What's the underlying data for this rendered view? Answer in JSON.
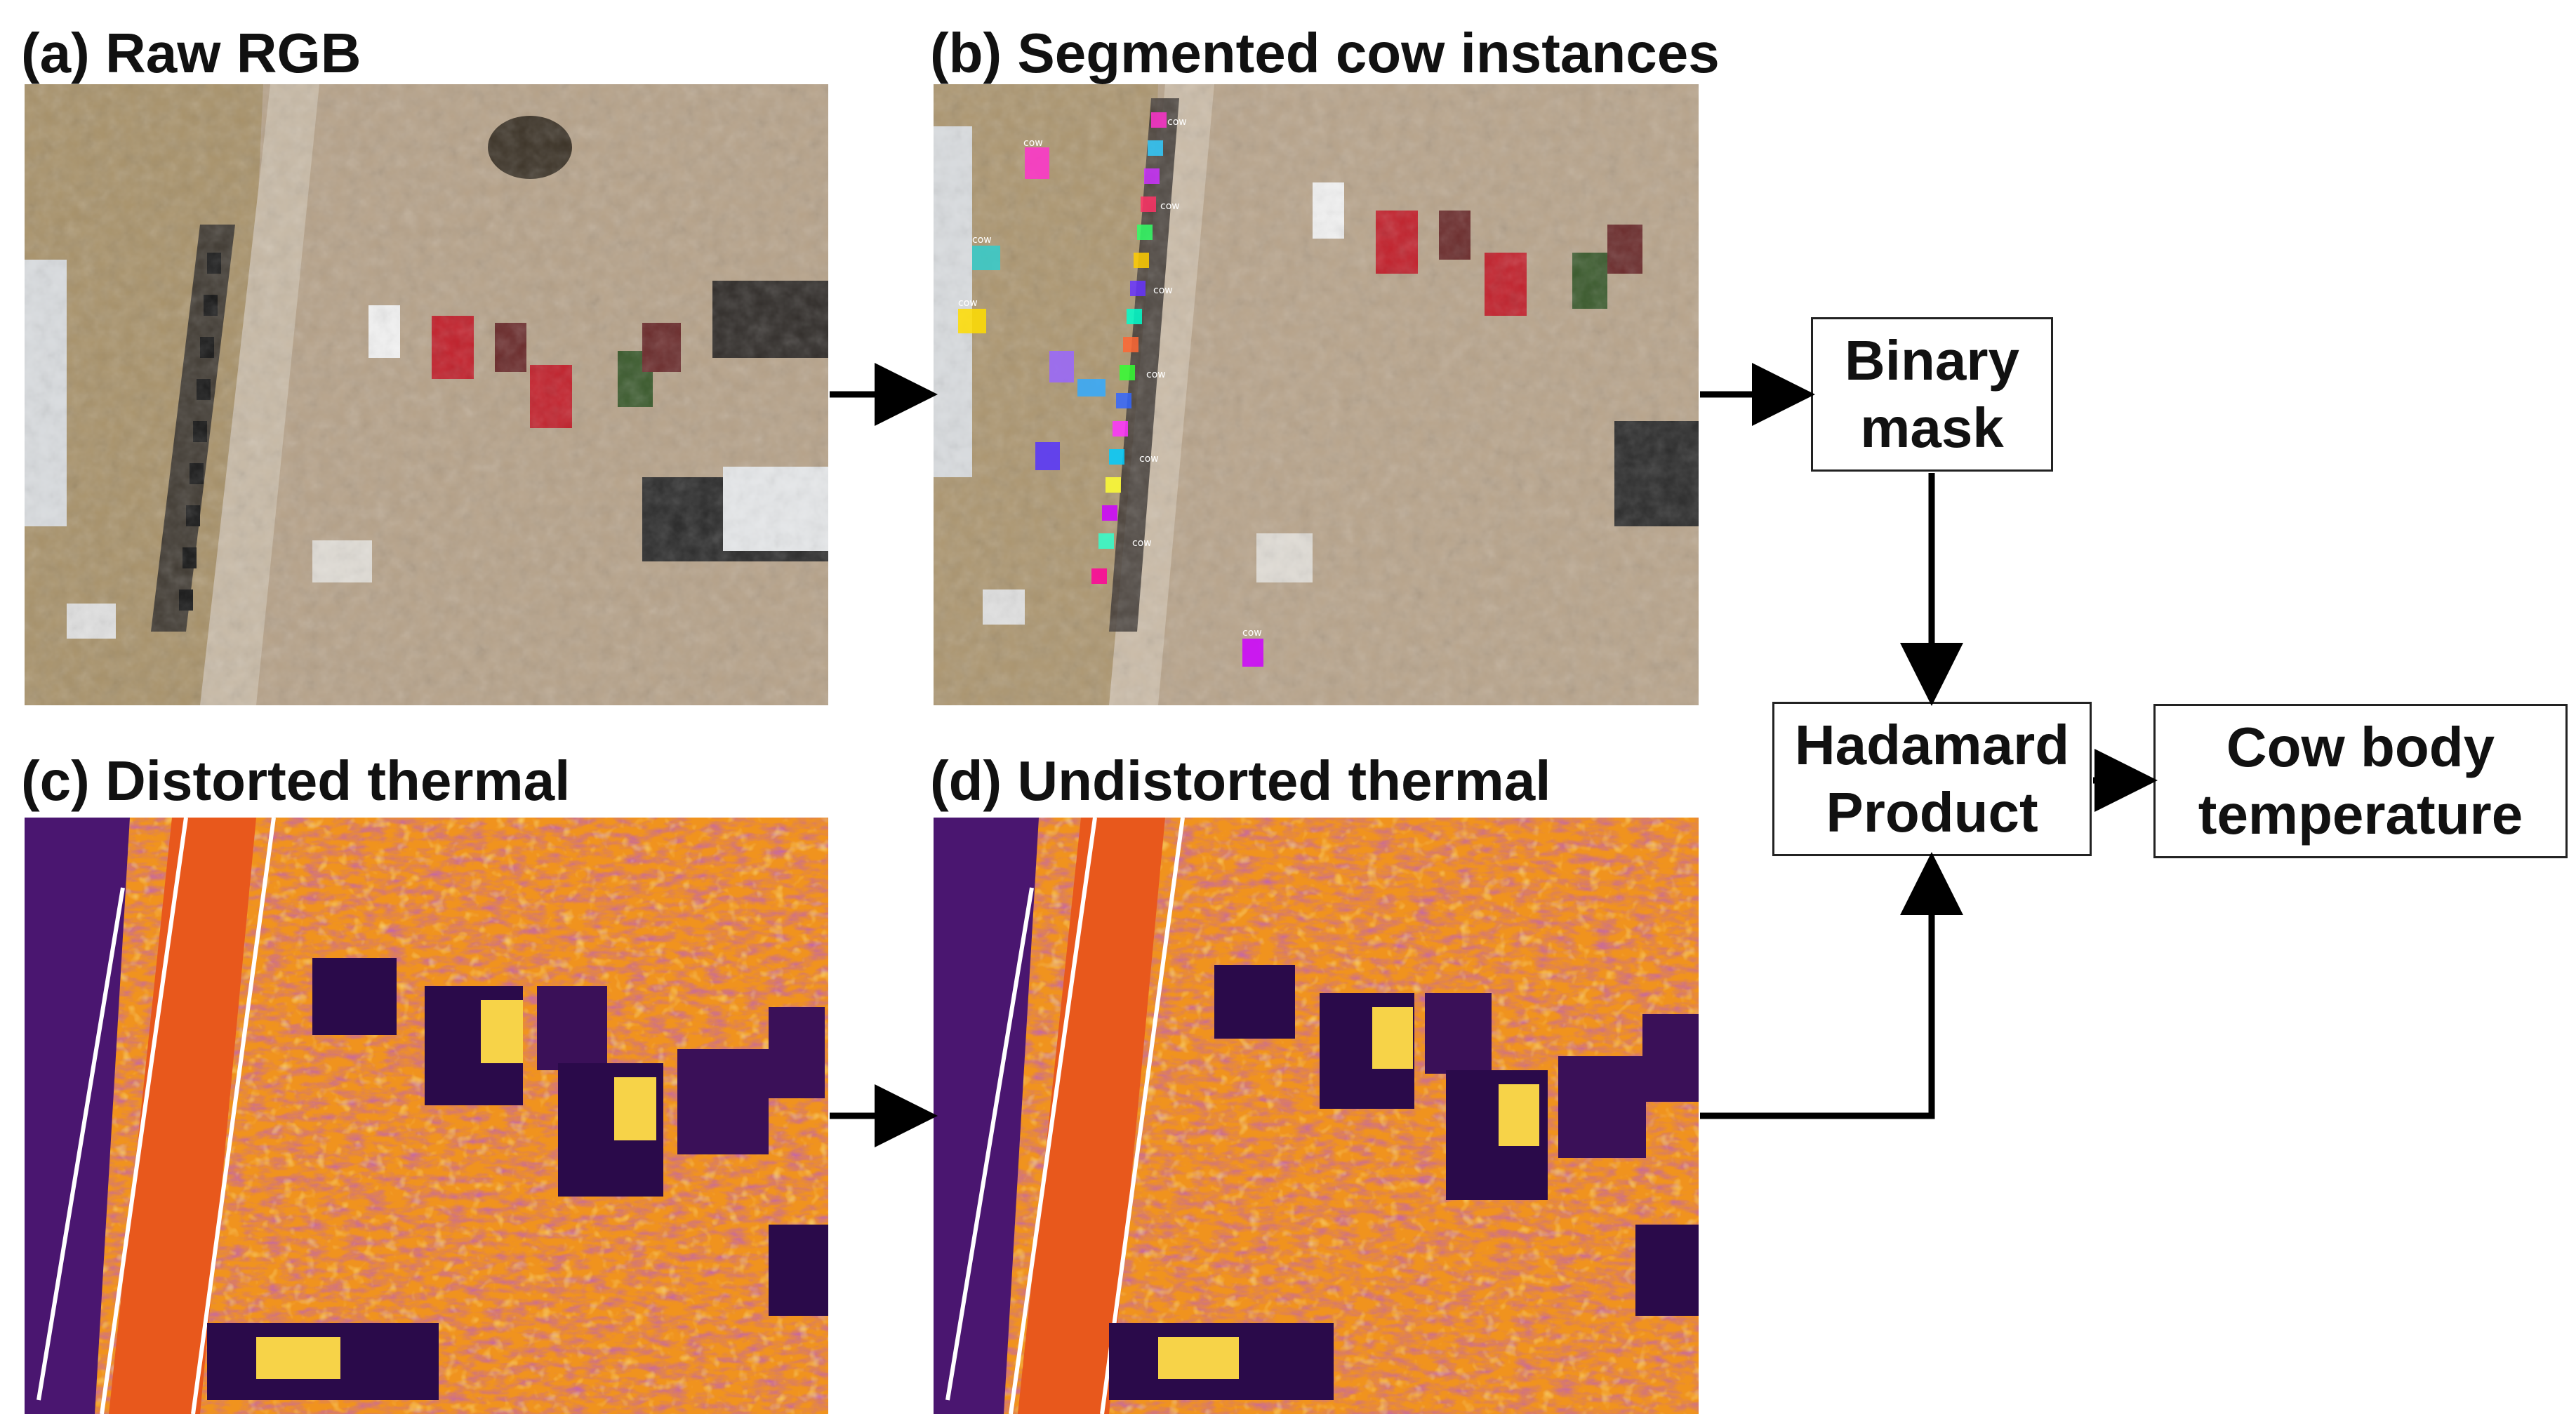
{
  "panels": {
    "a": {
      "label": "(a) Raw RGB"
    },
    "b": {
      "label": "(b) Segmented cow instances",
      "instance_tag": "cow"
    },
    "c": {
      "label": "(c) Distorted thermal"
    },
    "d": {
      "label": "(d) Undistorted thermal"
    }
  },
  "boxes": {
    "binary_mask": {
      "line1": "Binary",
      "line2": "mask"
    },
    "hadamard": {
      "line1": "Hadamard",
      "line2": "Product"
    },
    "cow_temp": {
      "line1": "Cow body",
      "line2": "temperature"
    }
  },
  "colors": {
    "dirt": "#b09a82",
    "grass": "#a8926a",
    "roof": "#d9dcdf",
    "thermal_bg": "#f0931e",
    "thermal_purple": "#7a1aa0",
    "thermal_dark": "#2a0a4a",
    "thermal_yellow": "#f7d348",
    "thermal_road": "#e8581c",
    "arrow": "#000000"
  }
}
